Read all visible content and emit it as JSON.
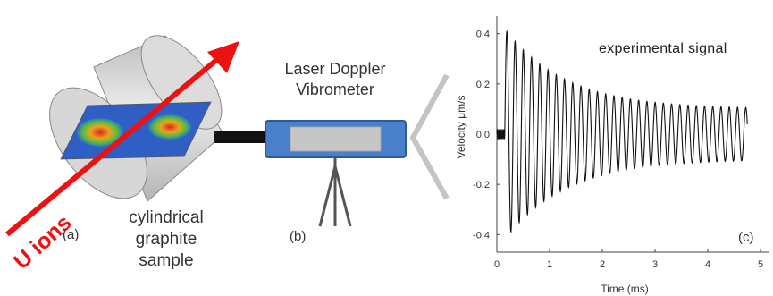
{
  "labels": {
    "ion_beam": "U ions",
    "panel_a": "(a)",
    "sample": [
      "cylindrical",
      "graphite",
      "sample"
    ],
    "instrument": [
      "Laser Doppler",
      "Vibrometer"
    ],
    "panel_b": "(b)",
    "panel_c": "(c)",
    "signal": "experimental signal"
  },
  "colors": {
    "ion_beam": "#ee1111",
    "cylinder": "#d4d4d4",
    "vibrometer_body": "#4a7fc9",
    "vibrometer_window": "#c6c6c6",
    "signal": "#111111"
  },
  "chart_data": {
    "type": "line",
    "title": "",
    "xlabel": "Time (ms)",
    "ylabel": "Velocity μm/s",
    "xlim": [
      0,
      5
    ],
    "ylim": [
      -0.47,
      0.47
    ],
    "x_ticks": [
      "0",
      "1",
      "2",
      "3",
      "4",
      "5"
    ],
    "y_ticks": [
      "0.4",
      "0.2",
      "0.0",
      "-0.2",
      "-0.4"
    ],
    "x_tick_values": [
      0,
      1,
      2,
      3,
      4,
      5
    ],
    "y_tick_values": [
      0.4,
      0.2,
      0.0,
      -0.2,
      -0.4
    ],
    "series": [
      {
        "values_description_free": true,
        "pre_trigger_x": [
          0.0,
          0.15
        ],
        "pre_trigger_amplitude": 0.02,
        "onset_ms": 0.15,
        "end_ms": 4.75,
        "peak_amplitude": 0.42,
        "late_amplitude": 0.1,
        "decay_tau_ms": 1.15,
        "frequency_khz": 6.4,
        "peaks": [
          {
            "x": 0.3,
            "y": 0.4
          },
          {
            "x": 0.45,
            "y": -0.42
          },
          {
            "x": 1.0,
            "y": 0.28
          },
          {
            "x": 2.0,
            "y": 0.18
          },
          {
            "x": 3.0,
            "y": 0.13
          },
          {
            "x": 4.0,
            "y": 0.11
          },
          {
            "x": 4.7,
            "y": 0.1
          }
        ]
      }
    ]
  }
}
